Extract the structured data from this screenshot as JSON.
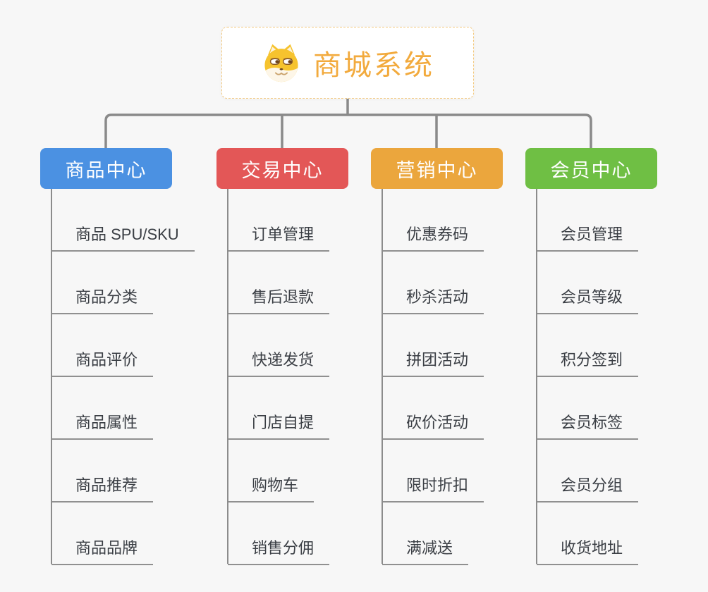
{
  "page": {
    "background_color": "#f7f7f7"
  },
  "root": {
    "title": "商城系统",
    "icon": "dog-face-icon",
    "title_color": "#f2aa3d",
    "border_color": "#f3c87e"
  },
  "branches": [
    {
      "label": "商品中心",
      "color": "#4b91e2",
      "children": [
        "商品 SPU/SKU",
        "商品分类",
        "商品评价",
        "商品属性",
        "商品推荐",
        "商品品牌"
      ]
    },
    {
      "label": "交易中心",
      "color": "#e35757",
      "children": [
        "订单管理",
        "售后退款",
        "快递发货",
        "门店自提",
        "购物车",
        "销售分佣"
      ]
    },
    {
      "label": "营销中心",
      "color": "#eba63d",
      "children": [
        "优惠券码",
        "秒杀活动",
        "拼团活动",
        "砍价活动",
        "限时折扣",
        "满减送"
      ]
    },
    {
      "label": "会员中心",
      "color": "#6fbf44",
      "children": [
        "会员管理",
        "会员等级",
        "积分签到",
        "会员标签",
        "会员分组",
        "收货地址"
      ]
    }
  ],
  "connector_color": "#8a8a8a",
  "leaf_underline_color": "#909090",
  "leaf_text_color": "#3a3e44"
}
